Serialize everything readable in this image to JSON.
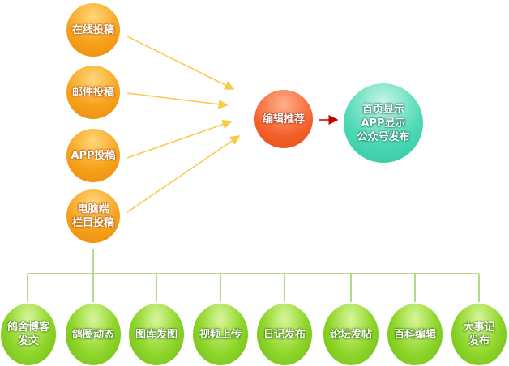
{
  "sources": [
    "在线投稿",
    "邮件投稿",
    "APP投稿",
    "电脑端\n栏目投稿"
  ],
  "editor": "编辑推荐",
  "display": [
    "首页显示",
    "APP显示",
    "公众号发布"
  ],
  "channels": [
    "鸽舍博客\n发文",
    "鸽圈动态",
    "图库发图",
    "视频上传",
    "日记发布",
    "论坛发帖",
    "百科编辑",
    "大事记\n发布"
  ],
  "colors": {
    "arrow": "#f9c94a",
    "red_arrow": "#c00000",
    "connector": "#b5d88a"
  }
}
